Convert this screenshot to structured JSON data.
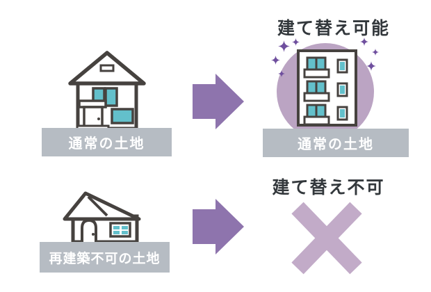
{
  "colors": {
    "banner_bg": "#b6bcc3",
    "banner_text": "#ffffff",
    "outline": "#46423f",
    "window_teal": "#63c0cb",
    "arrow_purple": "#8e74ad",
    "sparkle_purple": "#6f4f9e",
    "circle_purple": "#bba4c3",
    "cross_purple": "#c2abc8",
    "title_text": "#33383c"
  },
  "top_row": {
    "before": {
      "label": "通常の土地",
      "icon": "house-two-story-icon"
    },
    "arrow": "right-arrow-icon",
    "after": {
      "title": "建て替え可能",
      "label": "通常の土地",
      "icon": "apartment-building-icon",
      "decoration": "sparkles-around-purple-circle"
    }
  },
  "bottom_row": {
    "before": {
      "label": "再建築不可の土地",
      "icon": "house-one-story-icon"
    },
    "arrow": "right-arrow-icon",
    "after": {
      "title": "建て替え不可",
      "icon": "cross-icon"
    }
  }
}
